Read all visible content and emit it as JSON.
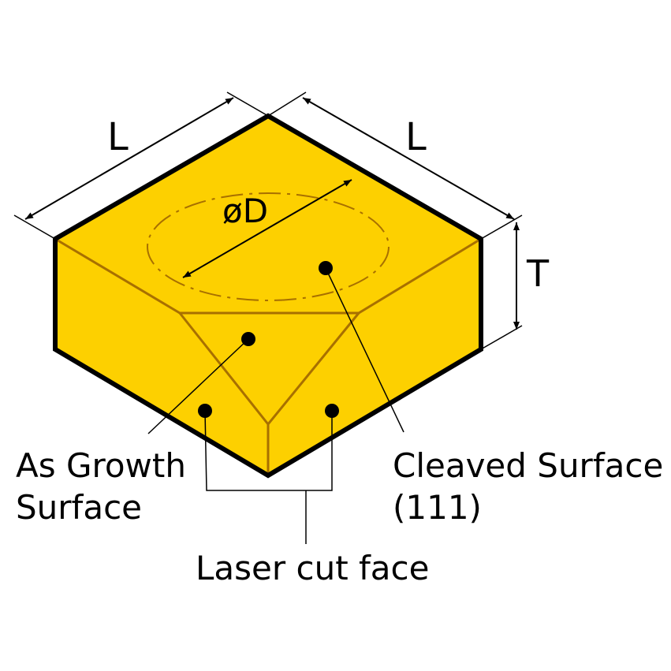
{
  "dimensions": {
    "length_left": "L",
    "length_right": "L",
    "diameter": "øD",
    "thickness": "T"
  },
  "labels": {
    "as_growth_line1": "As Growth",
    "as_growth_line2": "Surface",
    "cleaved_line1": "Cleaved Surface",
    "cleaved_line2": "(111)",
    "laser_cut": "Laser cut face"
  },
  "colors": {
    "fill": "#FDD000",
    "edge": "#000000",
    "inner_edge": "#A87000"
  }
}
